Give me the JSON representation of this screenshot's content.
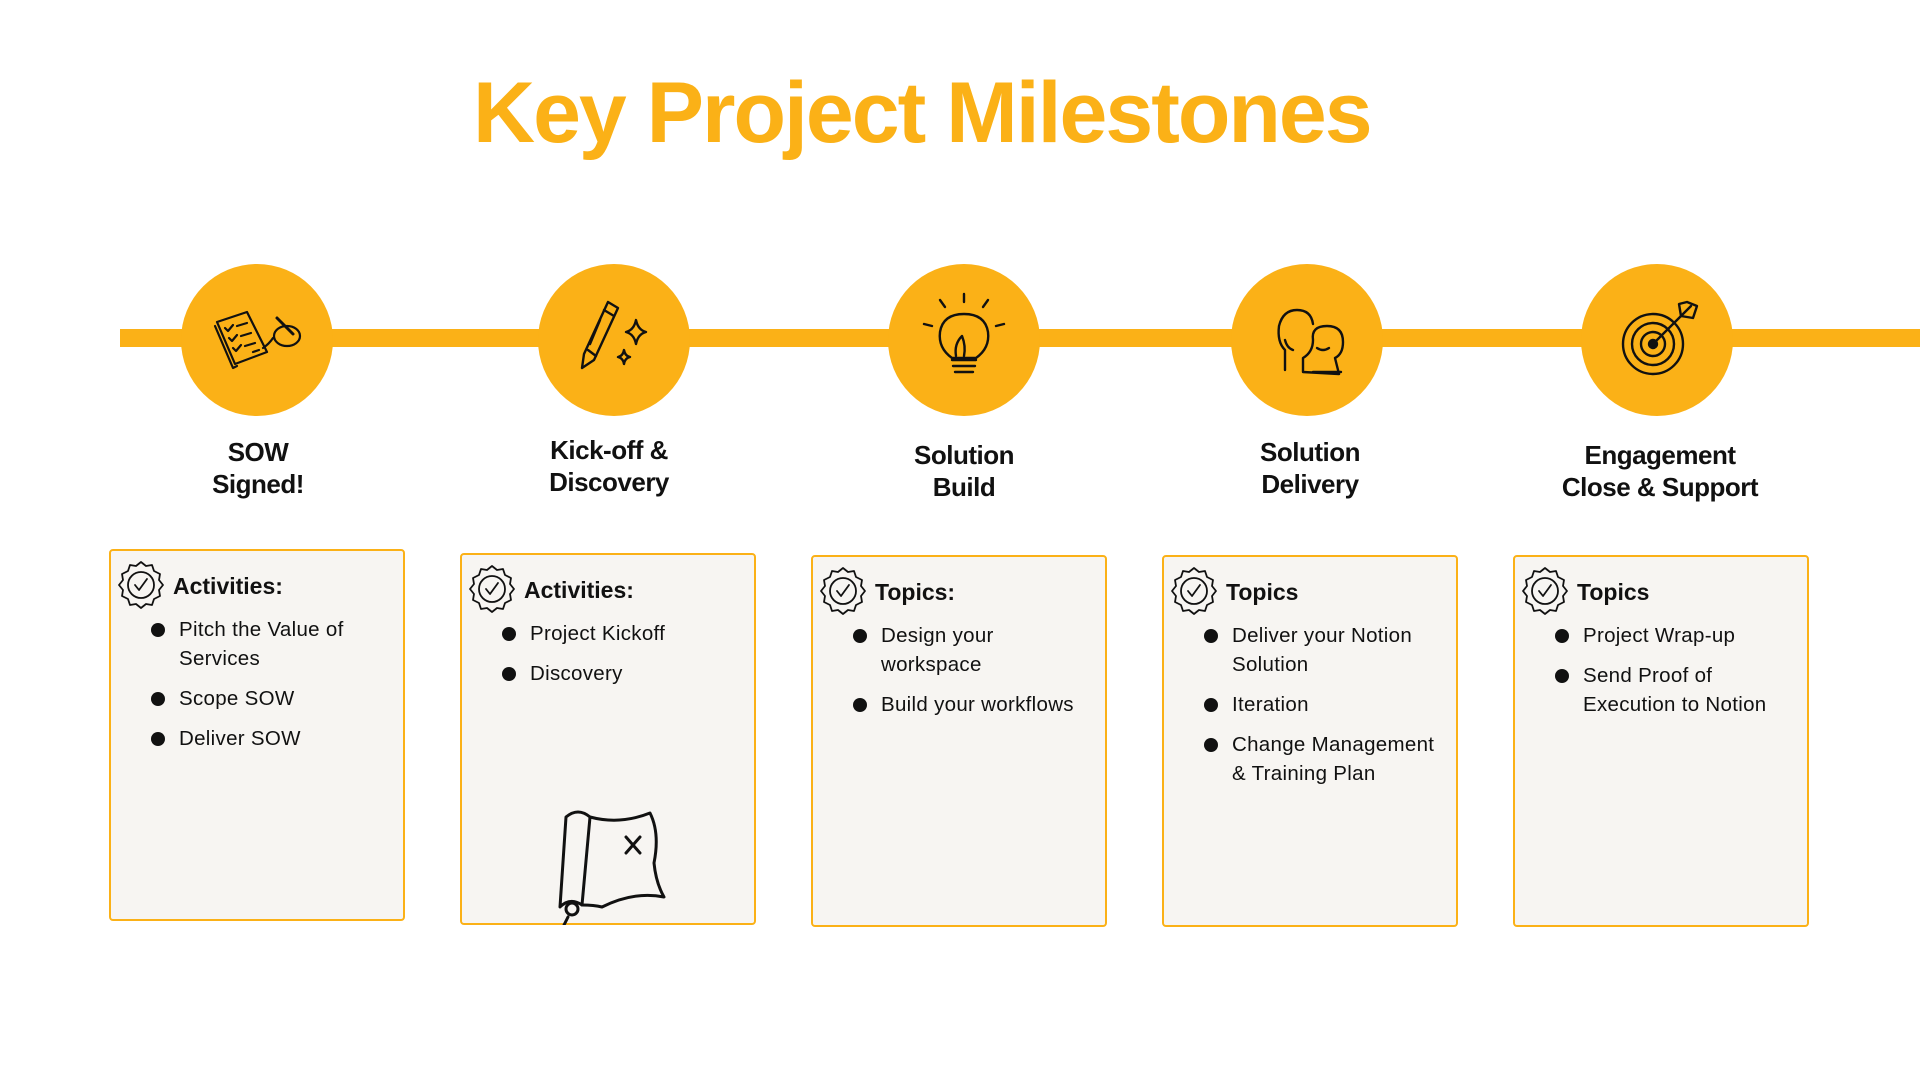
{
  "title": "Key Project Milestones",
  "colors": {
    "accent": "#FBB117",
    "card_bg": "#F7F5F2",
    "text": "#111111"
  },
  "milestones": [
    {
      "icon": "signed-document-icon",
      "title": "SOW\nSigned!",
      "card_heading": "Activities:",
      "items": [
        "Pitch the Value of Services",
        "Scope SOW",
        "Deliver SOW"
      ]
    },
    {
      "icon": "pencil-sparkle-icon",
      "title": "Kick-off &\nDiscovery",
      "card_heading": "Activities:",
      "items": [
        "Project Kickoff",
        "Discovery"
      ],
      "illustration": "treasure-map-icon"
    },
    {
      "icon": "lightbulb-icon",
      "title": "Solution\nBuild",
      "card_heading": "Topics:",
      "items": [
        "Design your workspace",
        "Build your workflows"
      ]
    },
    {
      "icon": "people-icon",
      "title": "Solution\nDelivery",
      "card_heading": "Topics",
      "items": [
        "Deliver your Notion Solution",
        "Iteration",
        "Change Management & Training Plan"
      ]
    },
    {
      "icon": "target-arrow-icon",
      "title": "Engagement\nClose & Support",
      "card_heading": "Topics",
      "items": [
        "Project Wrap-up",
        "Send Proof of Execution to Notion"
      ]
    }
  ]
}
